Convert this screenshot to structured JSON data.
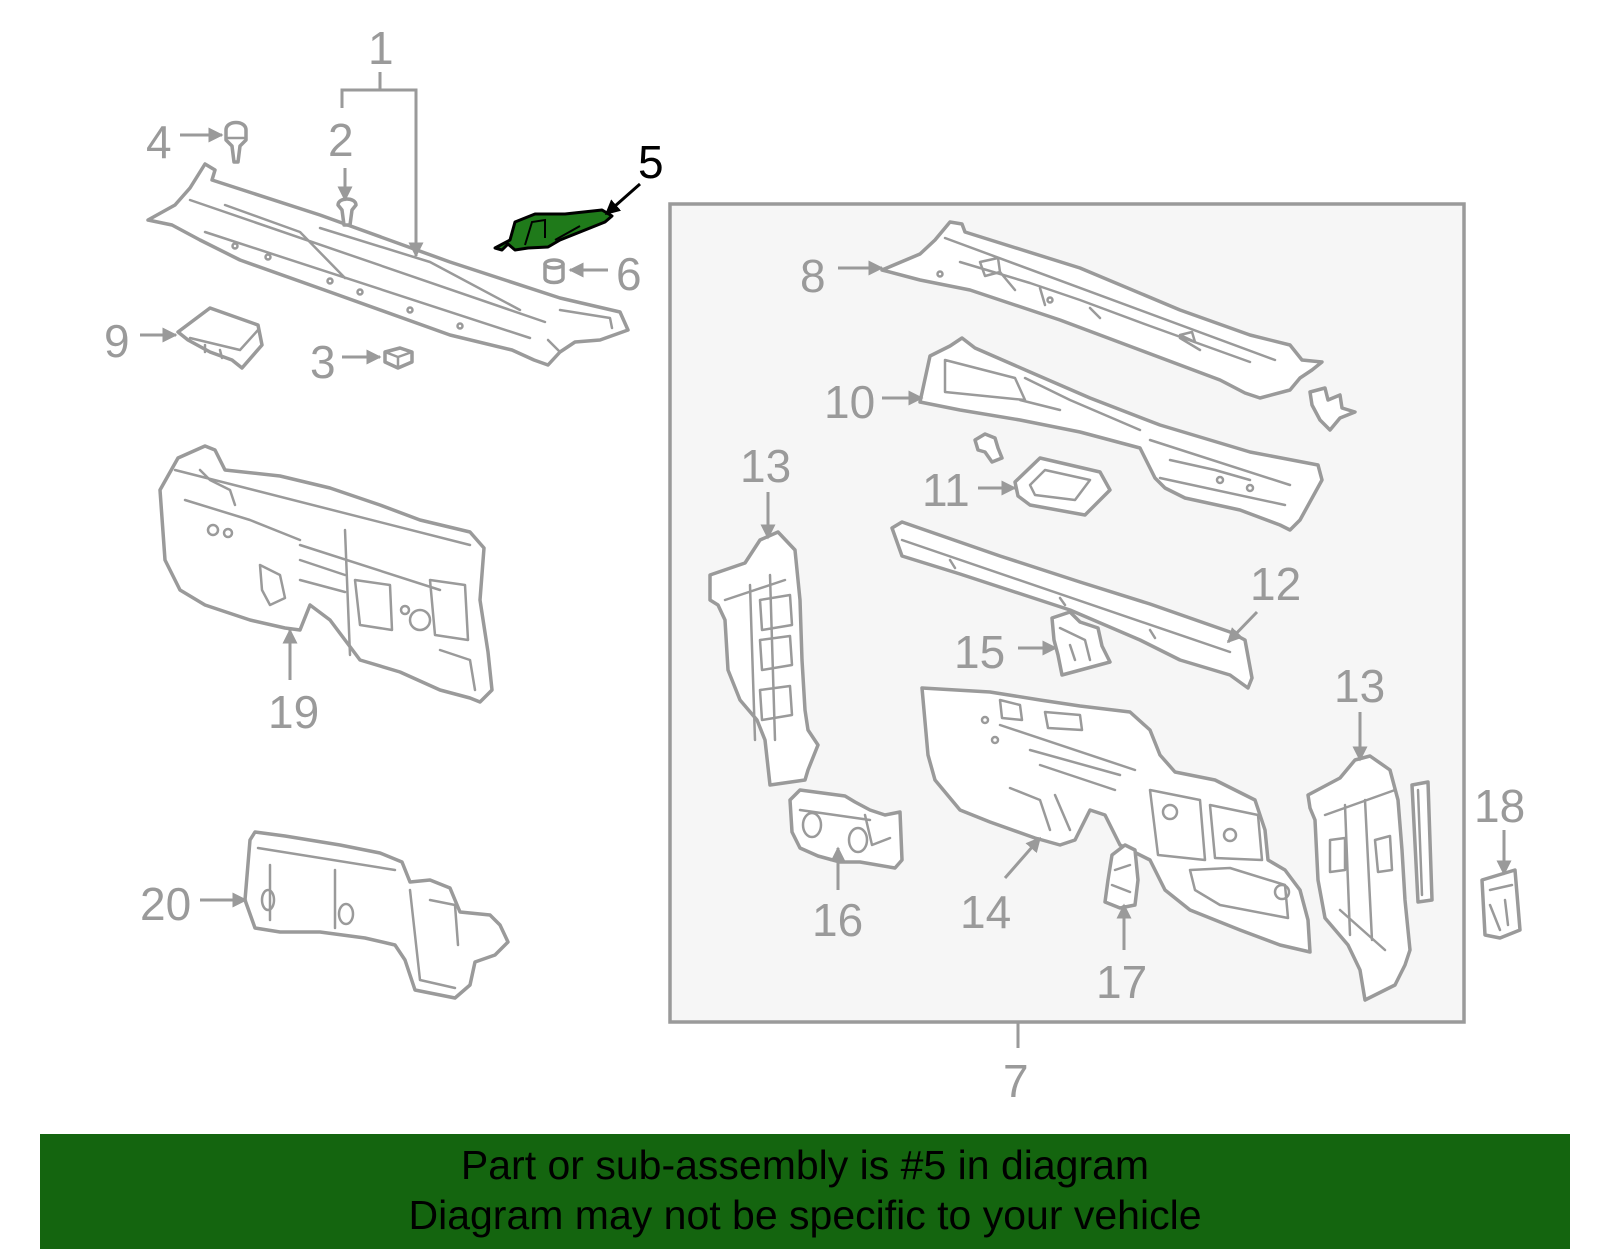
{
  "colors": {
    "highlight_part": "#1f7a1a",
    "banner_background": "#14650f",
    "line_gray": "#9a9a9a",
    "assembly_box_fill": "#f6f6f6"
  },
  "callouts": {
    "c1": "1",
    "c2": "2",
    "c3": "3",
    "c4": "4",
    "c5": "5",
    "c6": "6",
    "c7": "7",
    "c8": "8",
    "c9": "9",
    "c10": "10",
    "c11": "11",
    "c12": "12",
    "c13a": "13",
    "c13b": "13",
    "c14": "14",
    "c15": "15",
    "c16": "16",
    "c17": "17",
    "c18": "18",
    "c19": "19",
    "c20": "20"
  },
  "highlighted_callout": "5",
  "banner": {
    "line1": "Part or sub-assembly is #5 in diagram",
    "line2": "Diagram may not be specific to your vehicle"
  }
}
